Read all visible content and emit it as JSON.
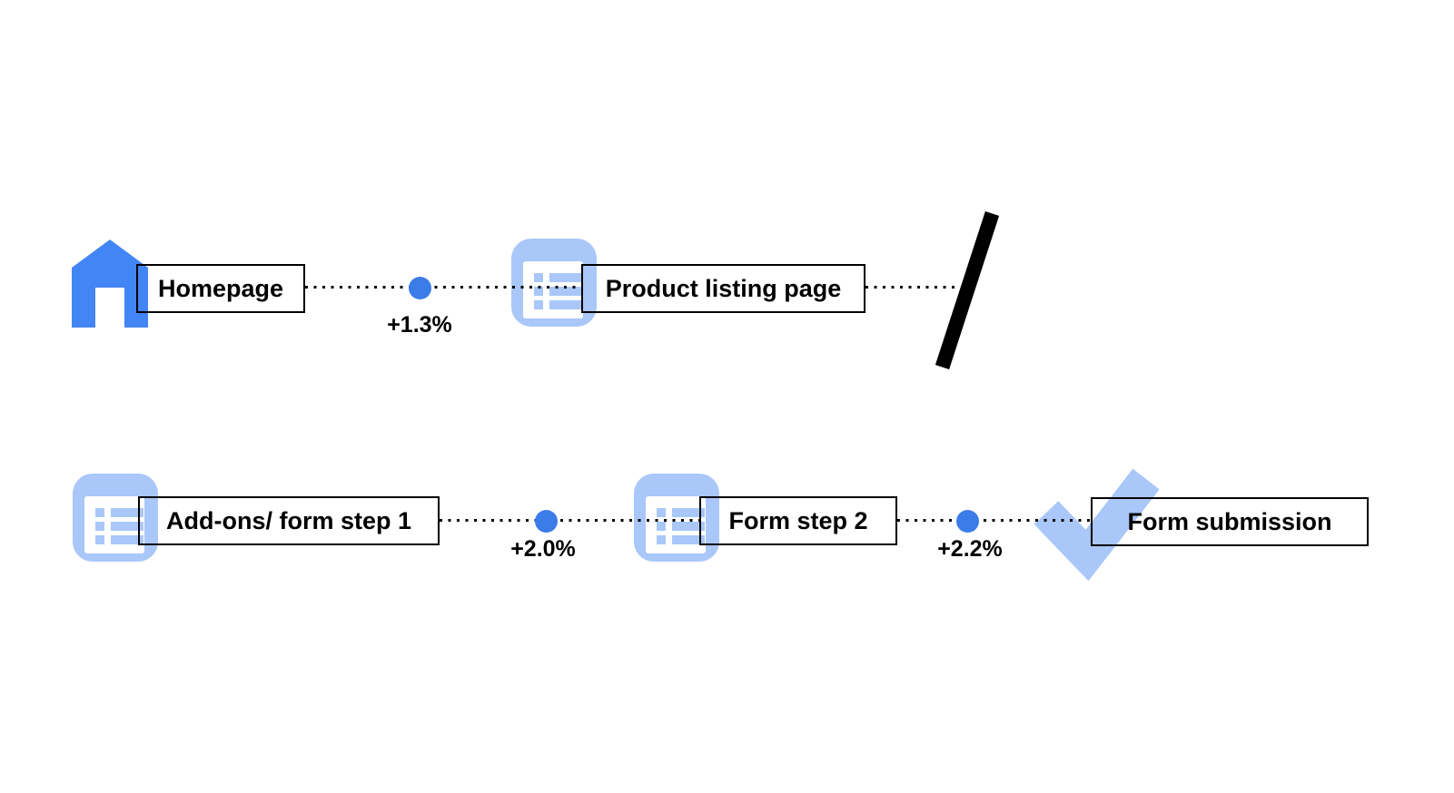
{
  "colors": {
    "step_blue": "#4285F4",
    "dot_blue": "#3C7CE8",
    "soft_blue": "#A9C7F8",
    "ink": "#000000",
    "background": "#FFFFFF"
  },
  "funnel": {
    "rows": [
      {
        "steps": [
          {
            "icon": "home-icon",
            "label": "Homepage"
          },
          {
            "icon": "list-icon",
            "label": "Product listing page"
          }
        ],
        "connectors": [
          {
            "delta": "+1.3%"
          }
        ],
        "continuation": "slash-break"
      },
      {
        "steps": [
          {
            "icon": "list-icon",
            "label": "Add-ons/ form step 1"
          },
          {
            "icon": "list-icon",
            "label": "Form step 2"
          },
          {
            "icon": "check-icon",
            "label": "Form submission"
          }
        ],
        "connectors": [
          {
            "delta": "+2.0%"
          },
          {
            "delta": "+2.2%"
          }
        ]
      }
    ]
  }
}
